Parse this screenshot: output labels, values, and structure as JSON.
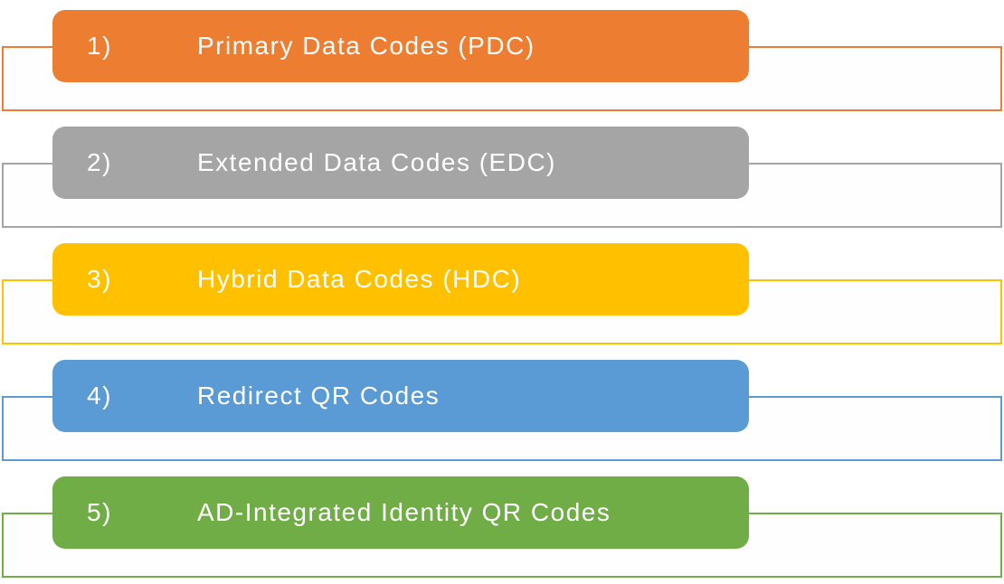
{
  "diagram": {
    "type": "numbered-list",
    "background": "#FFFFFF",
    "text_color": "#FFFFFF",
    "rows": [
      {
        "number": "1)",
        "label": "Primary Data Codes (PDC)",
        "color": "#ED7D31"
      },
      {
        "number": "2)",
        "label": "Extended Data Codes (EDC)",
        "color": "#A5A5A5"
      },
      {
        "number": "3)",
        "label": "Hybrid Data Codes (HDC)",
        "color": "#FFC000"
      },
      {
        "number": "4)",
        "label": "Redirect QR Codes",
        "color": "#5B9BD5"
      },
      {
        "number": "5)",
        "label": "AD-Integrated Identity QR Codes",
        "color": "#70AD47"
      }
    ]
  }
}
